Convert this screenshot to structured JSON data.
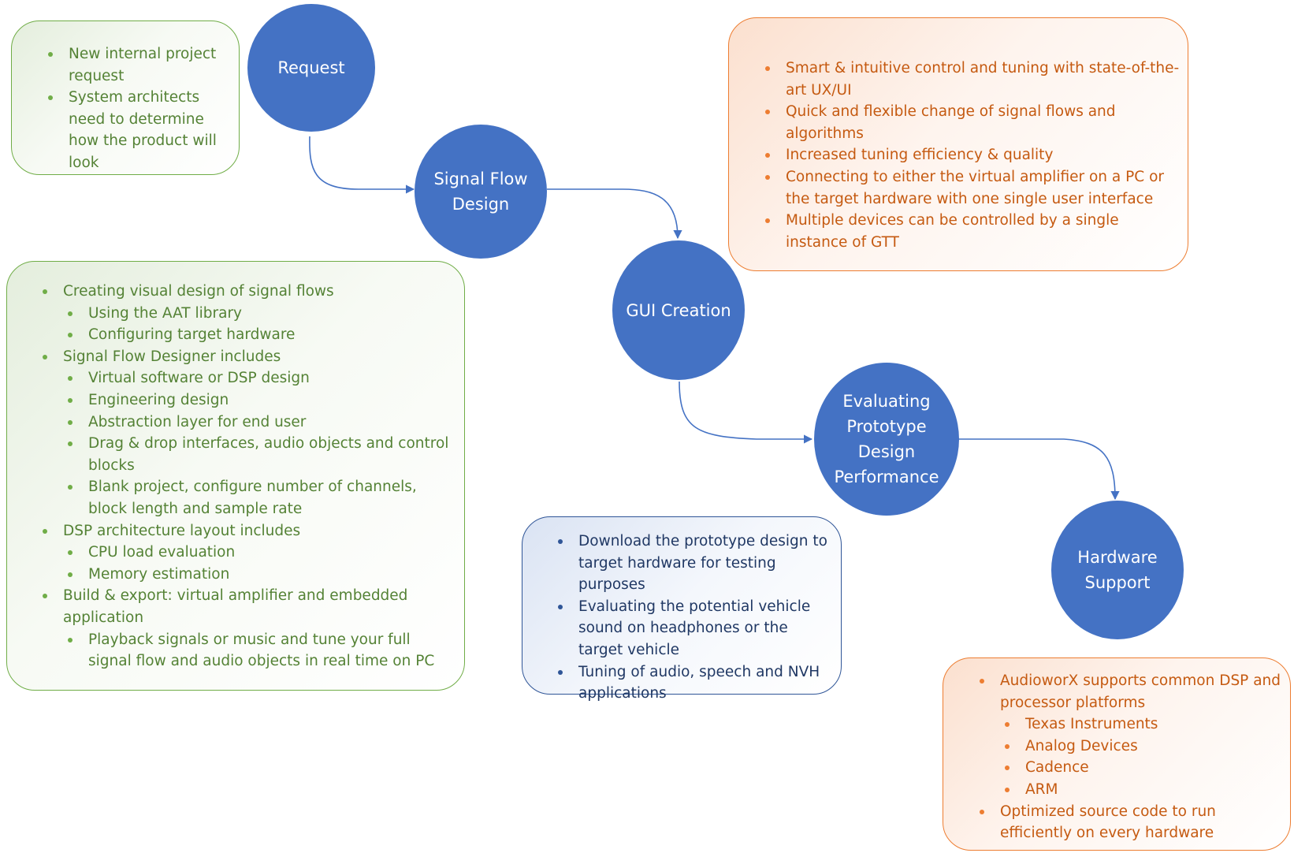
{
  "nodes": {
    "request": "Request",
    "signal_flow_design": "Signal Flow\nDesign",
    "gui_creation": "GUI Creation",
    "evaluating": "Evaluating\nPrototype\nDesign\nPerformance",
    "hardware_support": "Hardware\nSupport"
  },
  "request_box": {
    "items": [
      "New internal project request",
      "System architects need to determine how the product will look"
    ]
  },
  "signal_flow_box": {
    "items": [
      {
        "text": "Creating visual design of signal flows",
        "sub": [
          "Using the AAT library",
          "Configuring target hardware"
        ]
      },
      {
        "text": "Signal Flow Designer includes",
        "sub": [
          "Virtual software or DSP design",
          "Engineering design",
          "Abstraction layer for end user",
          "Drag & drop interfaces, audio objects and control blocks",
          "Blank project, configure number of channels, block length and sample rate"
        ]
      },
      {
        "text": "DSP architecture layout includes",
        "sub": [
          "CPU load evaluation",
          "Memory estimation"
        ]
      },
      {
        "text": "Build & export: virtual amplifier and embedded application",
        "sub": [
          "Playback signals or music and tune your full signal flow and audio objects in real time on PC"
        ]
      }
    ]
  },
  "gui_box": {
    "items": [
      "Smart & intuitive control and tuning with state-of-the-art UX/UI",
      "Quick and flexible change of signal flows and algorithms",
      "Increased tuning efficiency & quality",
      "Connecting to either the virtual amplifier on a PC or the target hardware with one single user interface",
      "Multiple devices can be controlled by a single instance of GTT"
    ]
  },
  "evaluating_box": {
    "items": [
      "Download the prototype design to target hardware for testing purposes",
      "Evaluating the potential vehicle sound on headphones or the target vehicle",
      "Tuning of audio, speech and NVH applications"
    ]
  },
  "hardware_box": {
    "items": [
      {
        "text": "AudioworX supports common DSP and processor platforms",
        "sub": [
          "Texas Instruments",
          "Analog Devices",
          "Cadence",
          "ARM"
        ]
      },
      {
        "text": "Optimized source code to run efficiently on every hardware",
        "sub": []
      }
    ]
  },
  "colors": {
    "node_fill": "#4472c4",
    "connector": "#4472c4",
    "green_border": "#70ad47",
    "green_text": "#548235",
    "orange_border": "#ed7d31",
    "orange_text": "#c55a11",
    "blue_border": "#2f5597",
    "blue_text": "#203864"
  }
}
